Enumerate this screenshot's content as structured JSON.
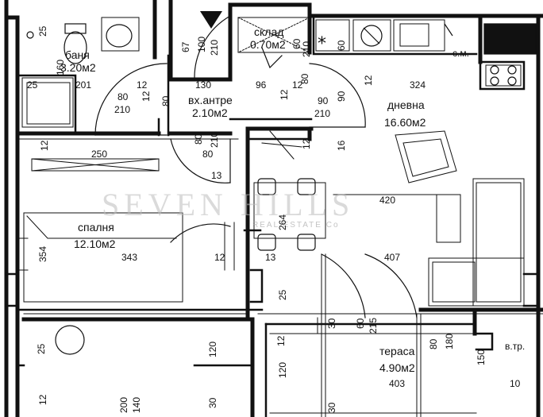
{
  "rooms": {
    "bath": {
      "name": "баня",
      "area": "3.20м2"
    },
    "storage": {
      "name": "склад",
      "area": "0.70м2"
    },
    "hall": {
      "name": "вх.антре",
      "area": "2.10м2"
    },
    "living": {
      "name": "дневна",
      "area": "16.60м2"
    },
    "bedroom": {
      "name": "спалня",
      "area": "12.10м2"
    },
    "terrace": {
      "name": "тераса",
      "area": "4.90м2"
    },
    "shaft": {
      "name": "в.тр."
    },
    "washer": {
      "name": "с.м."
    }
  },
  "dims": {
    "d25a": "25",
    "d160": "160",
    "d201": "201",
    "d25b": "25",
    "d12a": "12",
    "d130": "130",
    "d96": "96",
    "d12b": "12",
    "d324": "324",
    "d80a": "80",
    "d210a": "210",
    "d90": "90",
    "d210b": "210",
    "d80v": "80",
    "d90v": "90",
    "d250": "250",
    "d16": "16",
    "d80b": "80",
    "d13a": "13",
    "d420": "420",
    "d264": "264",
    "d354": "354",
    "d343": "343",
    "d12c": "12",
    "d13b": "13",
    "d407": "407",
    "d25c": "25",
    "d30a": "30",
    "d60": "60",
    "d215": "215",
    "d80c": "80",
    "d180": "180",
    "d25d": "25",
    "d120a": "120",
    "d120b": "120",
    "d150": "150",
    "d403": "403",
    "d10": "10",
    "d12d": "12",
    "d200": "200",
    "d140": "140",
    "d30b": "30",
    "d67": "67",
    "d100": "100",
    "d210c": "210",
    "d60b": "60",
    "d12e": "12",
    "d210d": "210",
    "d80d": "80",
    "d12f": "12",
    "d210e": "210",
    "d12g": "12",
    "d12h": "12",
    "d12i": "12",
    "d80e": "80",
    "d30c": "30",
    "d12j": "12"
  },
  "watermark": {
    "main": "SEVEN HILLS",
    "sub": "REAL ESTATE Co"
  }
}
